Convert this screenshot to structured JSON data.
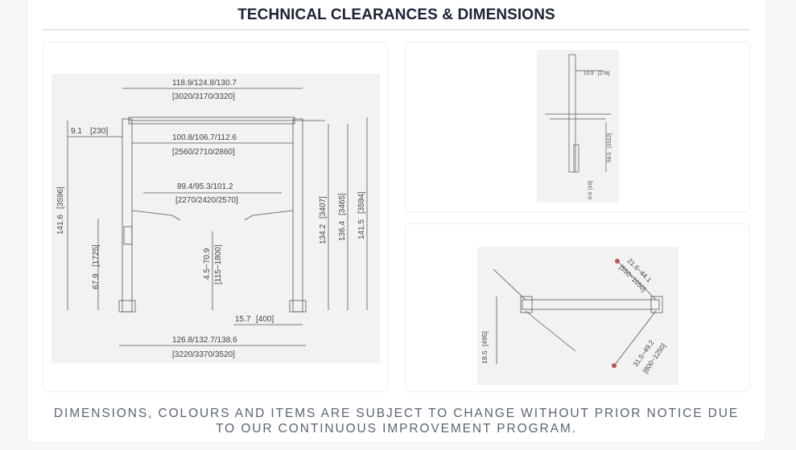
{
  "title": "TECHNICAL CLEARANCES & DIMENSIONS",
  "front_view": {
    "top_width": "118.9/124.8/130.7",
    "top_width_mm": "[3020/3170/3320]",
    "post_offset": "9.1",
    "post_offset_mm": "[230]",
    "inner_width": "100.8/106.7/112.6",
    "inner_width_mm": "[2560/2710/2860]",
    "arm_width": "89.4/95.3/101.2",
    "arm_width_mm": "[2270/2420/2570]",
    "overall_height": "141.6",
    "overall_height_mm": "[3596]",
    "lift_height": "67.9",
    "lift_height_mm": "[1725]",
    "pad_range": "4.5~70.9",
    "pad_range_mm": "[115~1800]",
    "height_a": "134.2",
    "height_a_mm": "[3407]",
    "height_b": "136.4",
    "height_b_mm": "[3465]",
    "height_c": "141.5",
    "height_c_mm": "[3594]",
    "base_depth": "15.7",
    "base_depth_mm": "[400]",
    "base_width": "126.8/132.7/138.6",
    "base_width_mm": "[3220/3370/3520]"
  },
  "side_view": {
    "top_offset": "10.9",
    "top_offset_mm": "[278]",
    "height": "59.5",
    "height_mm": "[1512]",
    "ground": "0.6",
    "ground_mm": "[16]"
  },
  "top_view": {
    "arm_short": "21.6~44.1",
    "arm_short_mm": "[550~1050]",
    "arm_long": "31.5~49.2",
    "arm_long_mm": "[800~1250]",
    "depth": "19.5",
    "depth_mm": "[495]"
  },
  "footer": "Dimensions, colours and items are subject to change without prior notice due to our continuous improvement program."
}
